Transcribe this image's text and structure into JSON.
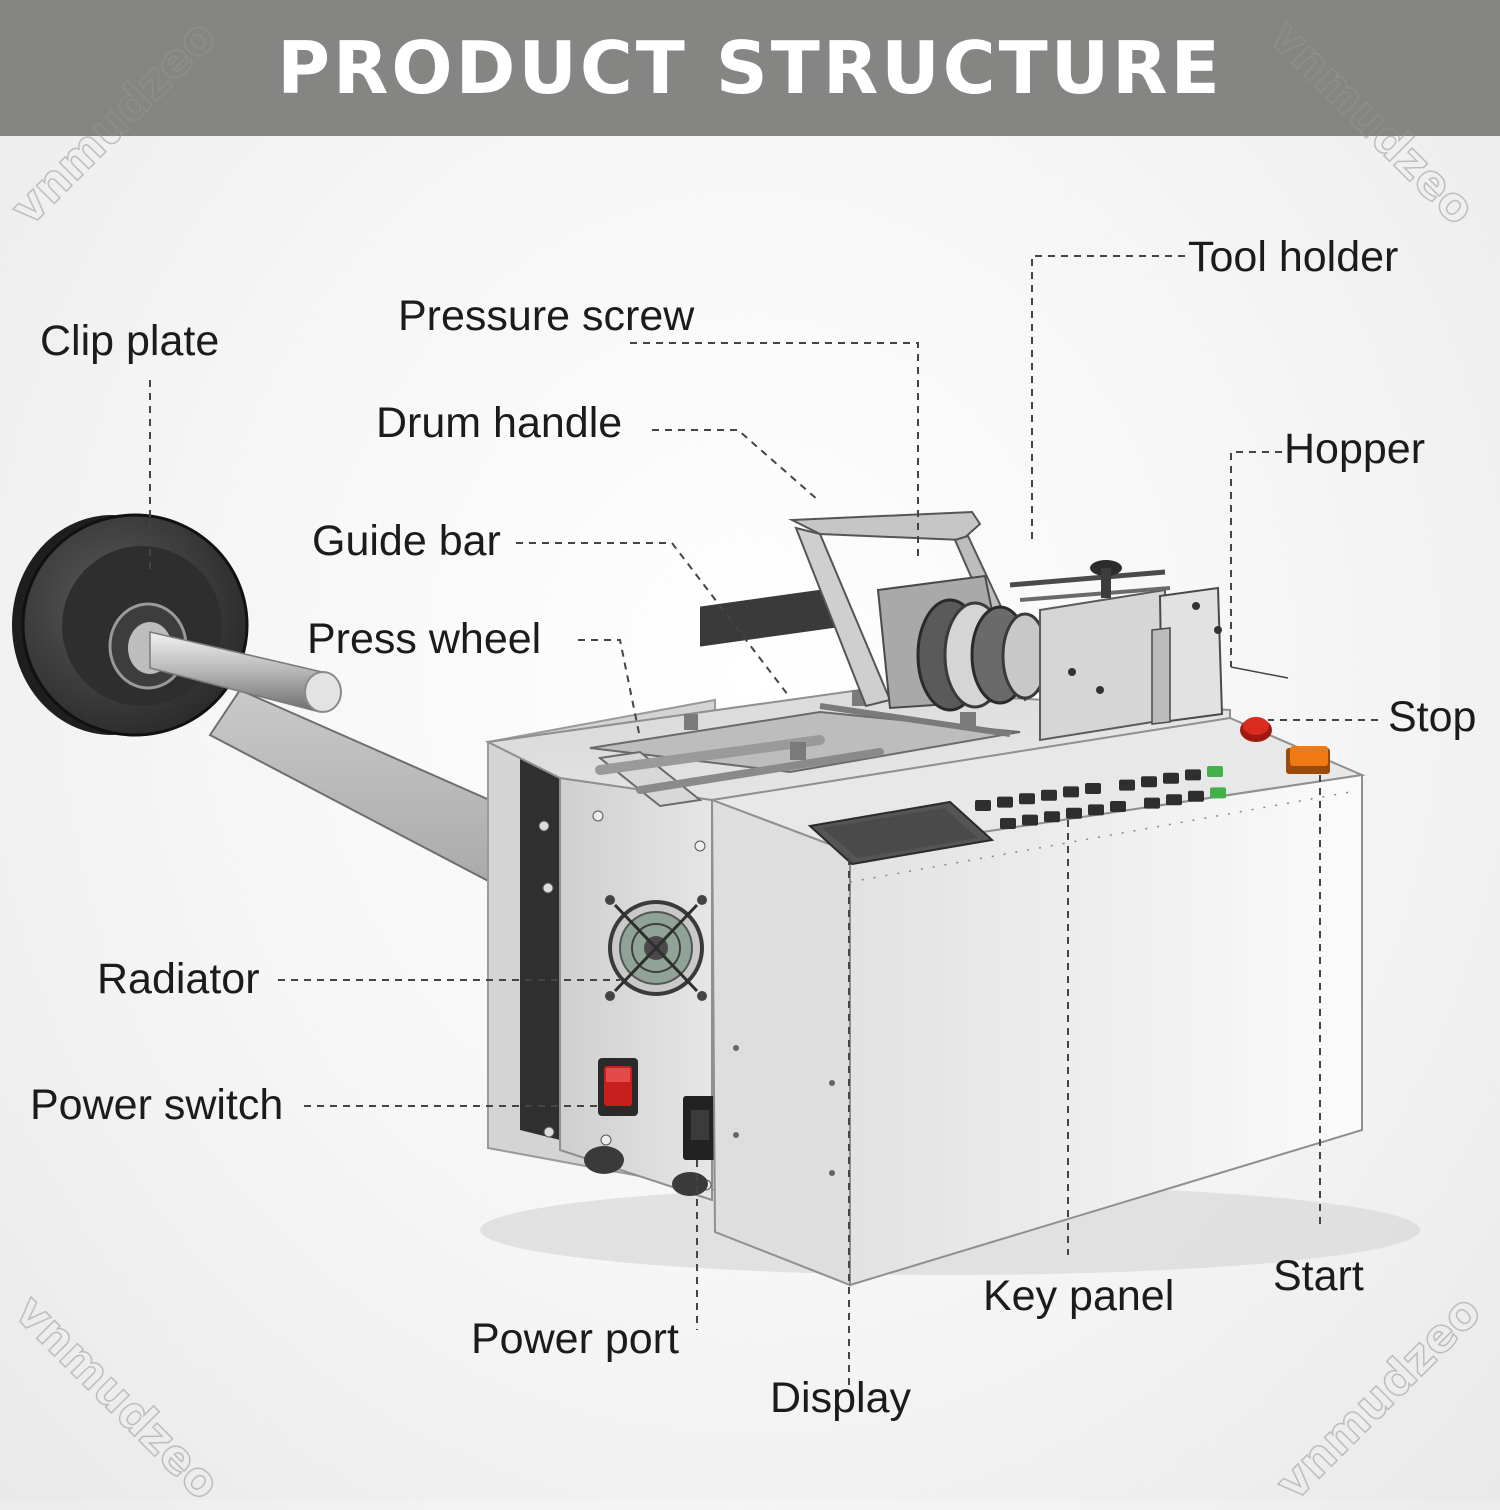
{
  "header": {
    "title": "PRODUCT STRUCTURE",
    "color": "#858583"
  },
  "watermark": "vnmudzeo",
  "labels": {
    "clip_plate": "Clip plate",
    "pressure_screw": "Pressure screw",
    "drum_handle": "Drum handle",
    "guide_bar": "Guide bar",
    "press_wheel": "Press wheel",
    "tool_holder": "Tool holder",
    "hopper": "Hopper",
    "stop": "Stop",
    "radiator": "Radiator",
    "power_switch": "Power switch",
    "power_port": "Power port",
    "key_panel": "Key panel",
    "start": "Start",
    "display": "Display"
  },
  "colors": {
    "stop_button": "#d92b1f",
    "start_button": "#f07a14",
    "power_switch": "#c81e1e",
    "key_green": "#43b04a"
  }
}
